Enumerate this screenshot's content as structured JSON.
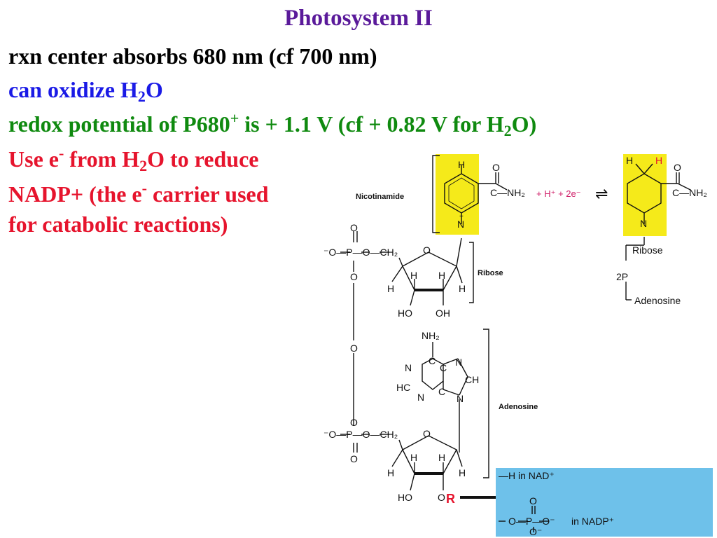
{
  "slide": {
    "title": "Photosystem II",
    "line1": "rxn center absorbs 680 nm (cf 700 nm)",
    "line2": {
      "a": "can oxidize H",
      "sub": "2",
      "b": "O"
    },
    "line3": {
      "a": "redox potential of P680",
      "sup": "+",
      "b": " is + 1.1 V (cf + 0.82 V for H",
      "sub": "2",
      "c": "O)"
    },
    "line4": {
      "a": "Use e",
      "sup": "-",
      "b": " from H",
      "sub": "2",
      "c": "O to reduce"
    },
    "line5": {
      "a": "NADP+ (the e",
      "sup": "-",
      "b": " carrier used"
    },
    "line6": "for catabolic reactions)"
  },
  "diagram": {
    "nicotinamide_label": "Nicotinamide",
    "ribose_label": "Ribose",
    "adenosine_label": "Adenosine",
    "h_plus_2e": "+ H⁺ + 2e⁻",
    "arrow": "⇌",
    "reduced_ribose": "Ribose",
    "reduced_2p": "2P",
    "reduced_adenosine": "Adenosine",
    "r_label": "R",
    "box_line1": "—H  in  NAD⁺",
    "box_line2": "in NADP⁺",
    "colors": {
      "nicotinamide_highlight": "#f5ea1a",
      "nadp_box": "#6ec1ea",
      "hplus": "#d0206a",
      "two_e": "#1a8acf",
      "r_label": "#e6142d"
    }
  }
}
